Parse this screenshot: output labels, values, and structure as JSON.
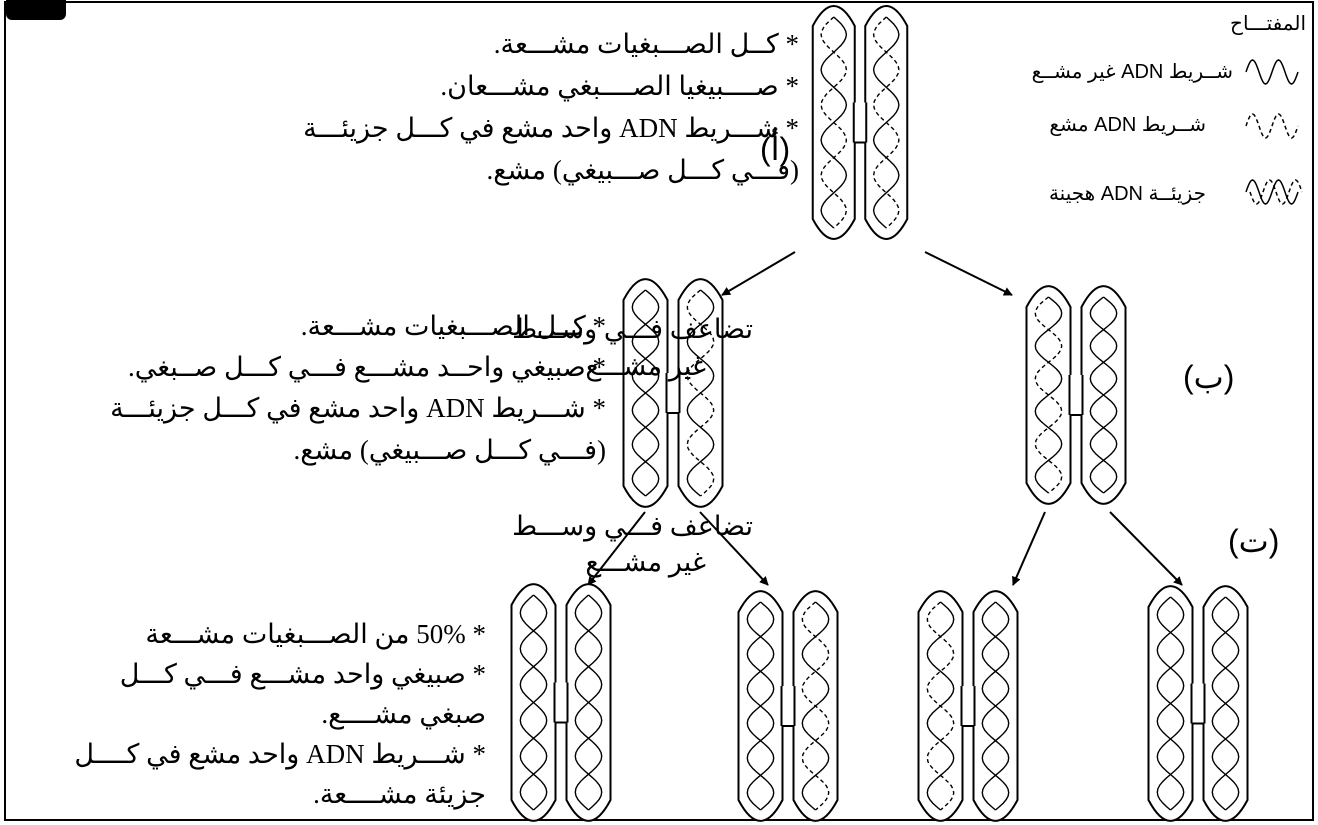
{
  "key": {
    "title": "المفتـــاح",
    "items": [
      {
        "label": "شــريط ADN غير مشــع",
        "kind": "solid"
      },
      {
        "label": "شــريط ADN مشع",
        "kind": "dashed"
      },
      {
        "label": "جزيئــة ADN هجينة",
        "kind": "hybrid"
      }
    ]
  },
  "stages": {
    "a": {
      "label": "(أ)",
      "notes": [
        "* كــل الصـــبغيات مشـــعة.",
        "* صــــبيغيا الصــــبغي مشـــعان.",
        "* شـــريط ADN واحد مشع في كـــل جزيئـــة",
        "(فـــي كـــل صـــبيغي) مشع."
      ]
    },
    "b": {
      "label": "(ب)",
      "notes": [
        "* كــل الصـــبغيات مشـــعة.",
        "* صبيغي واحــد مشـــع فـــي كـــل صــبغي.",
        "* شـــريط ADN واحد مشع في كـــل جزيئـــة",
        "(فـــي كـــل صـــبيغي) مشع."
      ]
    },
    "t": {
      "label": "(ت)",
      "notes": [
        "* 50% من الصـــبغيات مشـــعة",
        "*  صبيغي واحد مشـــع فـــي كـــل",
        "صبغي مشــــع.",
        "* شـــريط ADN  واحد مشع في كــــل",
        "جزيئة مشــــعة."
      ]
    }
  },
  "replication": {
    "first": [
      "تضاعف فـــي وســـط",
      "غير مشـــع"
    ],
    "second": [
      "تضاعف فـــي وســـط",
      "غير مشـــع"
    ]
  }
}
